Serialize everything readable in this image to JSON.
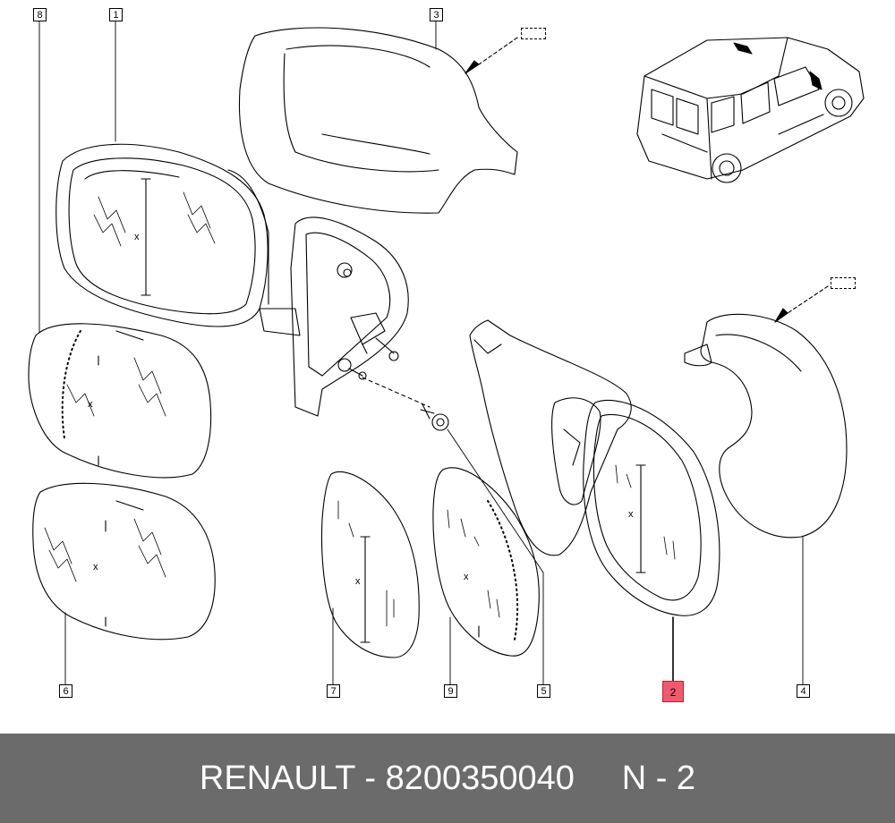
{
  "callouts": {
    "c1": "1",
    "c2": "2",
    "c3": "3",
    "c4": "4",
    "c5": "5",
    "c6": "6",
    "c7": "7",
    "c8": "8",
    "c9": "9"
  },
  "glass_marks": {
    "x": "x"
  },
  "footer": {
    "brand": "RENAULT",
    "separator": " - ",
    "part_number": "8200350040",
    "gap": "     ",
    "ref": "N - 2"
  },
  "colors": {
    "highlight": "#f05a6e",
    "footer_bg": "#6b6b6b",
    "line": "#000000"
  }
}
